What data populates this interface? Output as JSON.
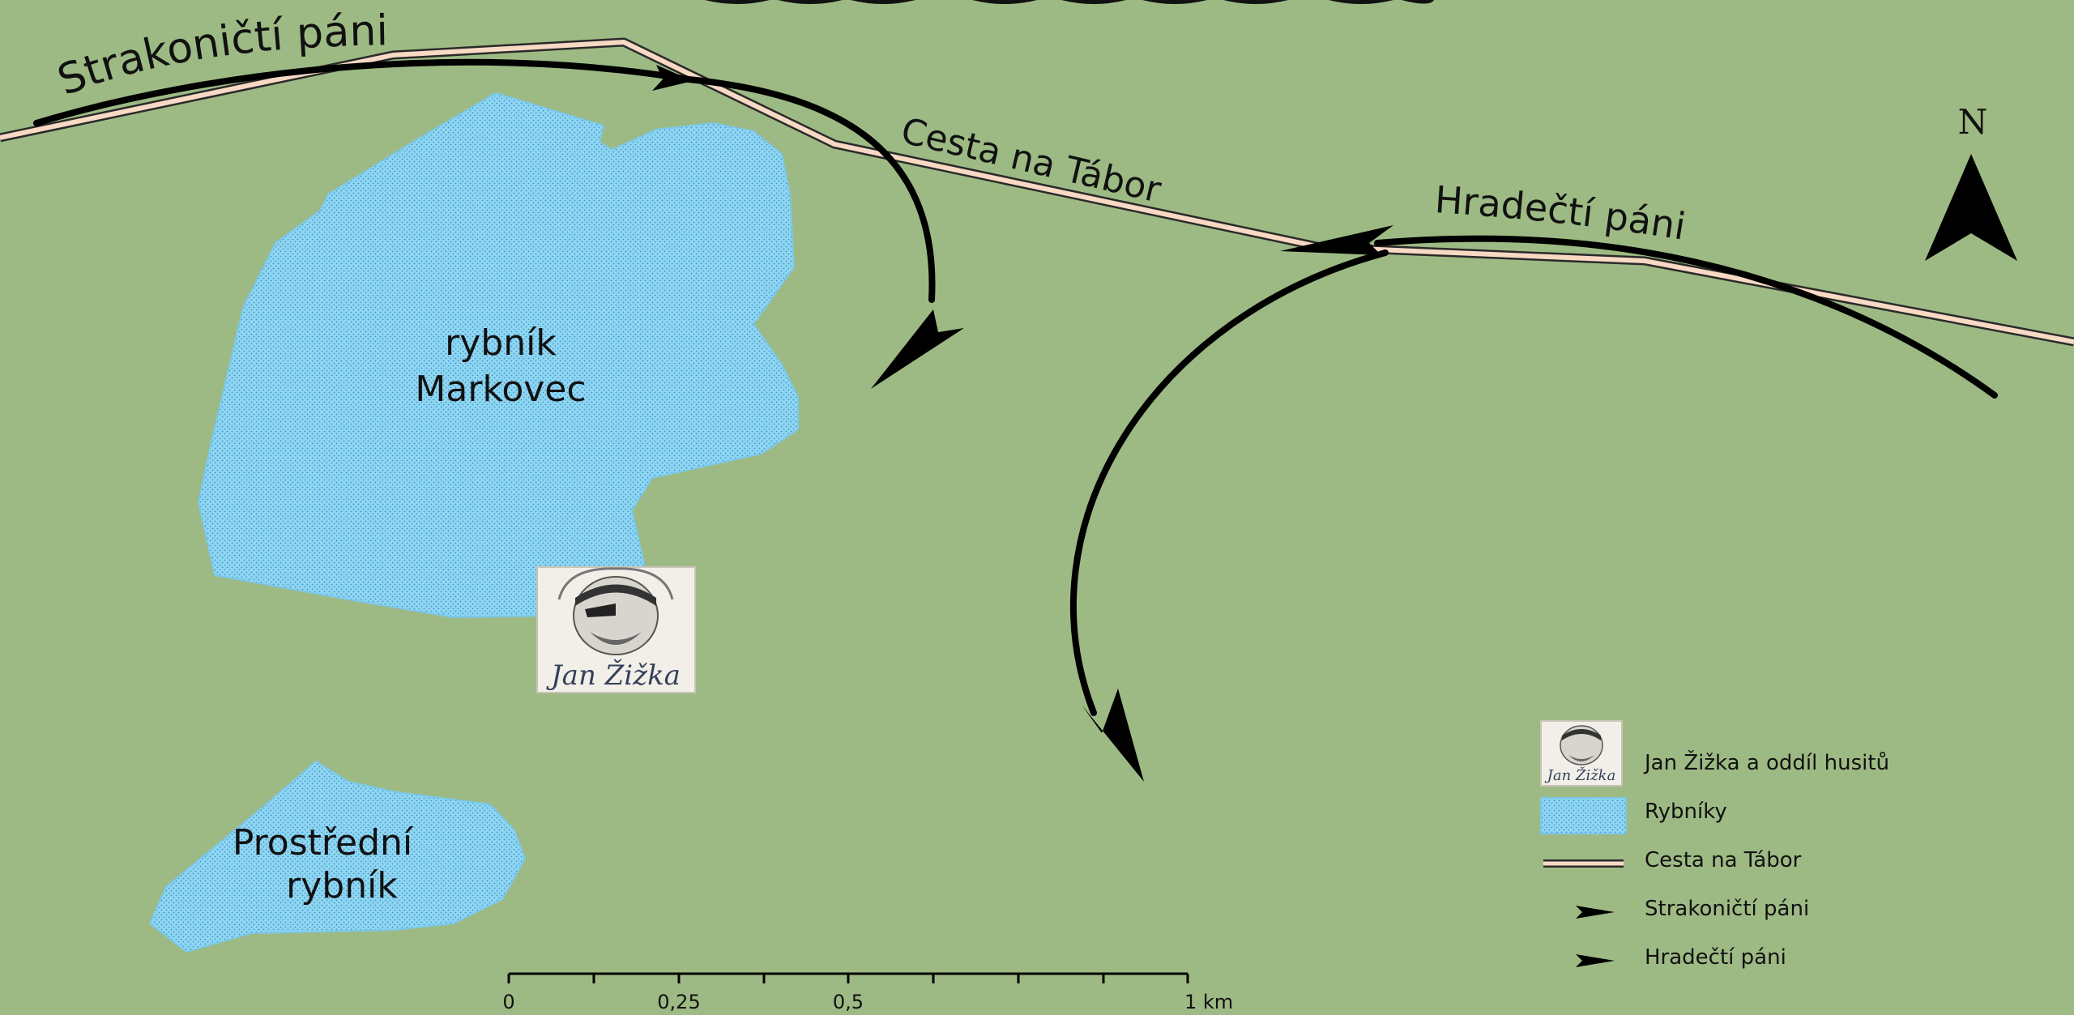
{
  "map": {
    "background_color": "#9dba84",
    "pond_color": "#8fd6f2",
    "road_color": "#f7d9c4",
    "arrow_color": "#000000",
    "labels": {
      "strakonicti": "Strakoničtí páni",
      "cesta": "Cesta na Tábor",
      "hradecti": "Hradečtí páni",
      "markovec_line1": "rybník",
      "markovec_line2": "Markovec",
      "prostredni_line1": "Prostřední",
      "prostredni_line2": "rybník"
    },
    "portrait_caption": "Jan Žižka",
    "north": "N",
    "scale_bar": {
      "ticks": [
        "0",
        "0,25",
        "0,5",
        "1 km"
      ]
    }
  },
  "legend": {
    "items": [
      {
        "icon": "portrait-icon",
        "label": "Jan Žižka a oddíl husitů"
      },
      {
        "icon": "pond-swatch",
        "label": "Rybníky"
      },
      {
        "icon": "road-line",
        "label": "Cesta na Tábor"
      },
      {
        "icon": "arrow-icon",
        "label": "Strakoničtí páni"
      },
      {
        "icon": "arrow-icon",
        "label": "Hradečtí páni"
      }
    ]
  }
}
